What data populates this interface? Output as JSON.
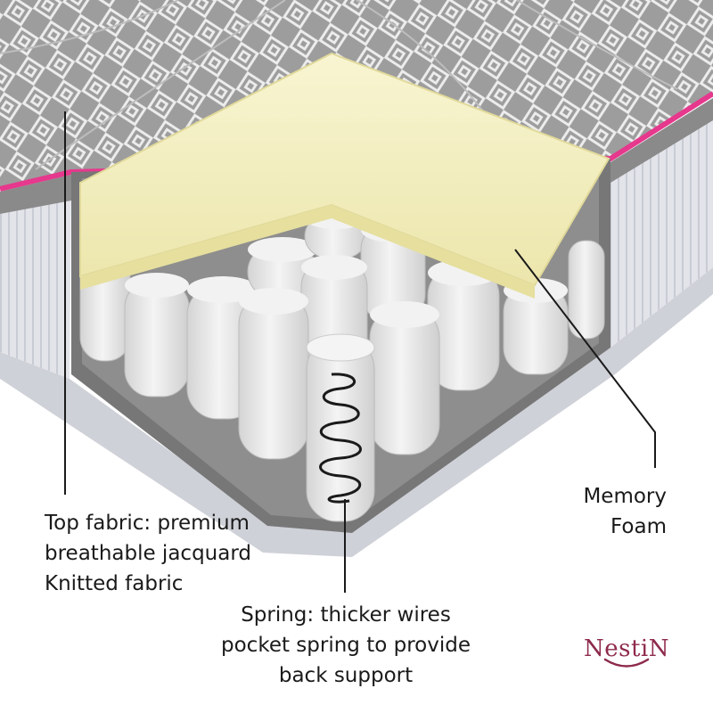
{
  "labels": {
    "top_fabric": [
      "Top fabric: premium",
      "breathable jacquard",
      "Knitted fabric"
    ],
    "memory_foam": [
      "Memory",
      "Foam"
    ],
    "spring": [
      "Spring: thicker wires",
      "pocket spring to provide",
      "back support"
    ]
  },
  "brand": {
    "name": "NestiN"
  },
  "colors": {
    "quilt_gray": "#a3a3a3",
    "quilt_pattern": "#e9e9e9",
    "piping_pink": "#e6388d",
    "side_panel": "#dcdde3",
    "memory_foam": "#f5f1c4",
    "spring_pocket": "#ececec",
    "brand": "#8e2a4c"
  }
}
